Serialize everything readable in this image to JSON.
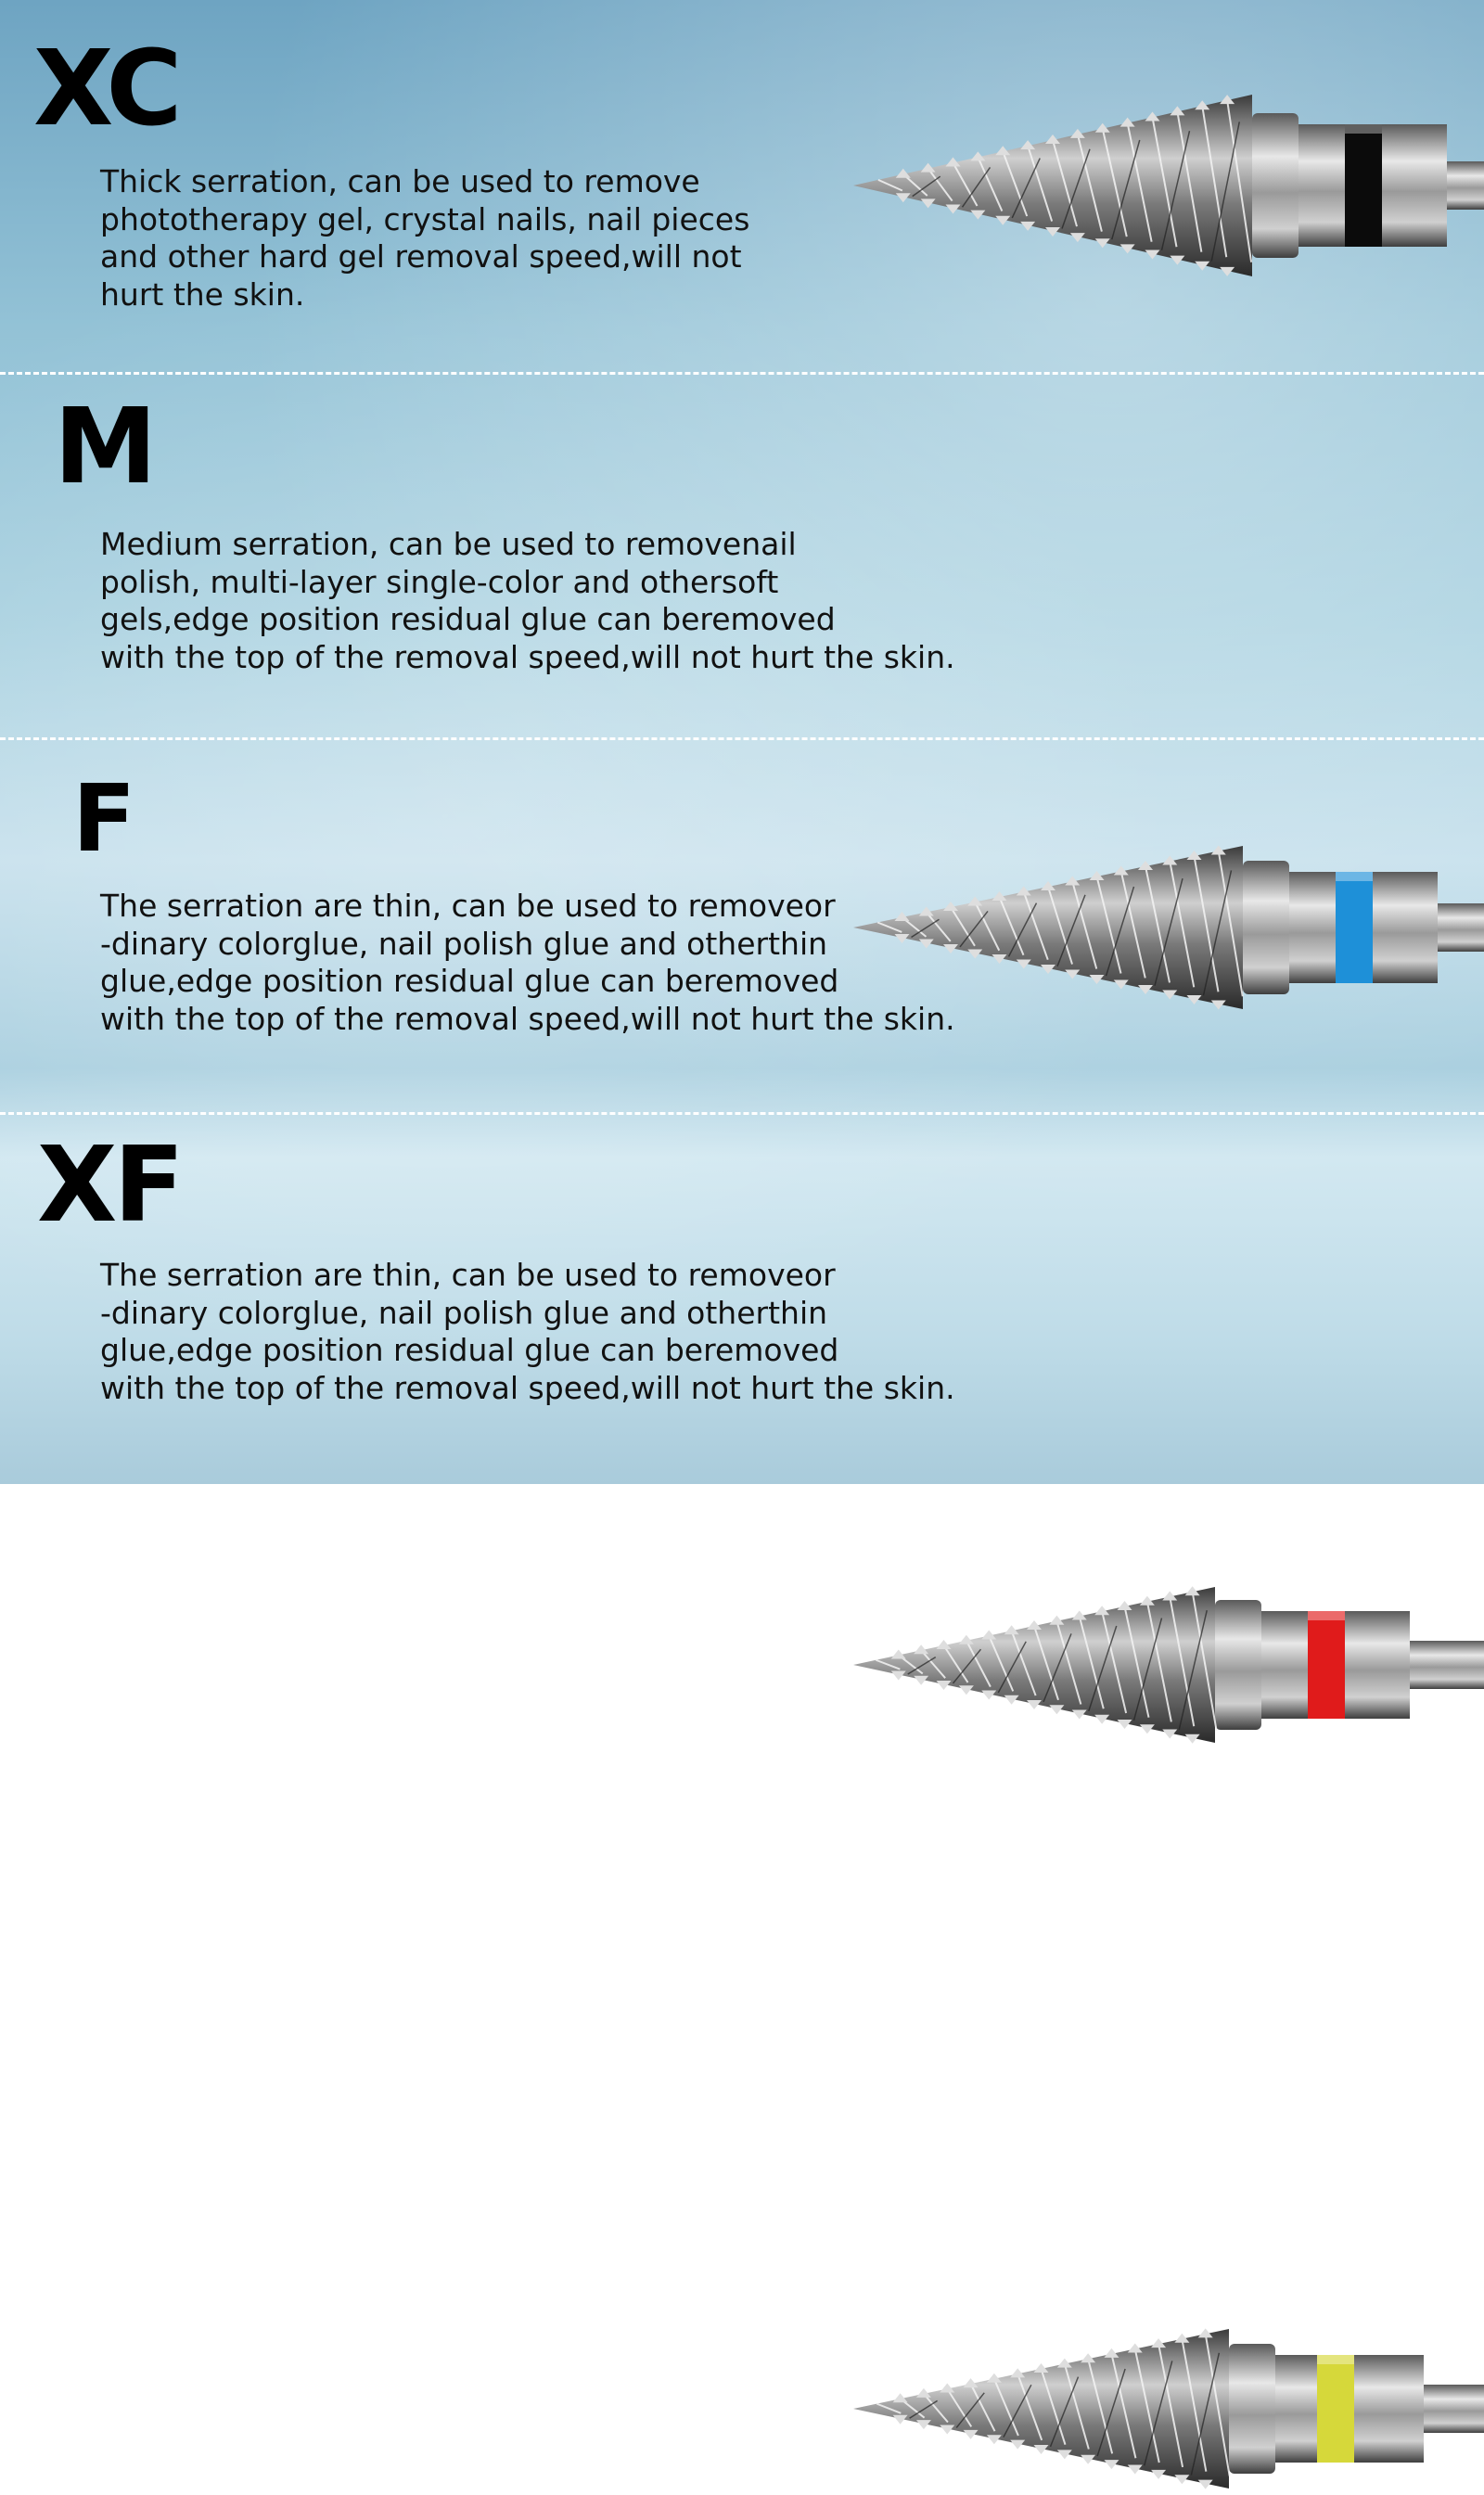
{
  "sections": [
    {
      "grade": "XC",
      "band_color": "#0b0b0b",
      "lines": [
        "Thick serration, can be used to remove",
        "phototherapy gel, crystal nails, nail pieces",
        "and other hard gel removal speed,will not",
        "hurt the skin."
      ]
    },
    {
      "grade": "M",
      "band_color": "#1e90d8",
      "lines": [
        "Medium serration, can be used to removenail",
        "polish, multi-layer single-color and othersoft",
        "gels,edge position residual glue can beremoved",
        "with the top of the removal speed,will not hurt the skin."
      ]
    },
    {
      "grade": "F",
      "band_color": "#e01b1b",
      "lines": [
        "The serration are thin, can be used to removeor",
        "-dinary colorglue, nail polish glue and otherthin",
        "glue,edge position residual glue can beremoved",
        "with the top of the removal speed,will not hurt the skin."
      ]
    },
    {
      "grade": "XF",
      "band_color": "#d6d83a",
      "lines": [
        "The serration are thin, can be used to removeor",
        "-dinary colorglue, nail polish glue and otherthin",
        "glue,edge position residual glue can beremoved",
        "with the top of the removal speed,will not hurt the skin."
      ]
    }
  ]
}
